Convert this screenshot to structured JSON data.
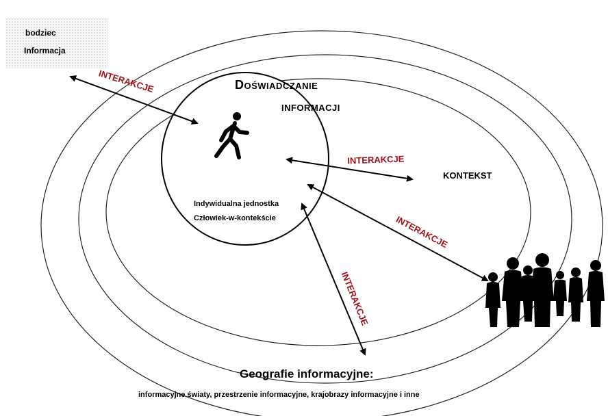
{
  "stimulus": {
    "line1": "bodziec",
    "line2": "Informacja"
  },
  "experience": {
    "line1": "Doświadczanie",
    "line2": "INFORMACJI"
  },
  "individual": {
    "line1": "Indywidualna jednostka",
    "line2": "Człowiek-w-kontekście"
  },
  "context_label": "KONTEKST",
  "interaction_label": "INTERAKCJE",
  "geographies": {
    "title": "Geografie informacyjne:",
    "subtitle": "informacyjne światy, przestrzenie informacyjne, krajobrazy informacyjne i inne"
  },
  "colors": {
    "interaction": "#a3101a",
    "ink": "#000000",
    "stimulus_bg": "#f6f6f6"
  },
  "icons": {
    "person": "walking-person-icon",
    "group": "people-group-icon"
  }
}
